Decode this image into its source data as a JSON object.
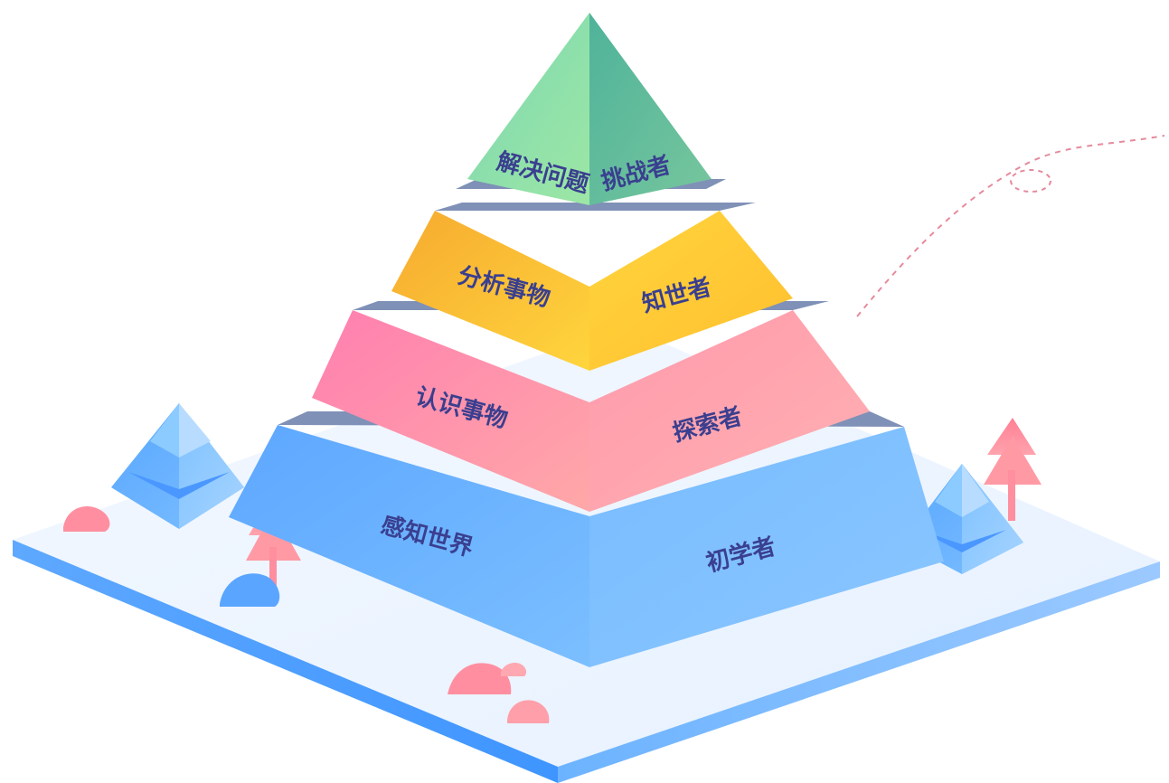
{
  "pyramid": {
    "levels": [
      {
        "id": "level-1",
        "left_label": "解决问题",
        "right_label": "挑战者",
        "colors": {
          "left": "#8fe0a6",
          "right": "#66c49a",
          "top": "#7bd0a3"
        }
      },
      {
        "id": "level-2",
        "left_label": "分析事物",
        "right_label": "知世者",
        "colors": {
          "left": "#ffd23b",
          "right": "#f9c23a",
          "band": "#7f91b7"
        }
      },
      {
        "id": "level-3",
        "left_label": "认识事物",
        "right_label": "探索者",
        "colors": {
          "left": "#ff8fb3",
          "right": "#ffa0ad",
          "band": "#7f91b7"
        }
      },
      {
        "id": "level-4",
        "left_label": "感知世界",
        "right_label": "初学者",
        "colors": {
          "left": "#6fb8ff",
          "right": "#7bbcff",
          "band": "#7f91b7"
        }
      }
    ]
  },
  "scene": {
    "platform_top_color": "#e6f1ff",
    "platform_side_color": "#6aa9ff",
    "accent_red": "#ff8f9f",
    "accent_blue": "#7fb3ff",
    "icons": [
      "tree-left-icon",
      "tree-right-icon",
      "mini-pyramid-left-icon",
      "mini-pyramid-right-icon",
      "rock-left-icon",
      "rock-center-icon",
      "bush-left-icon",
      "dotted-path-icon"
    ]
  }
}
